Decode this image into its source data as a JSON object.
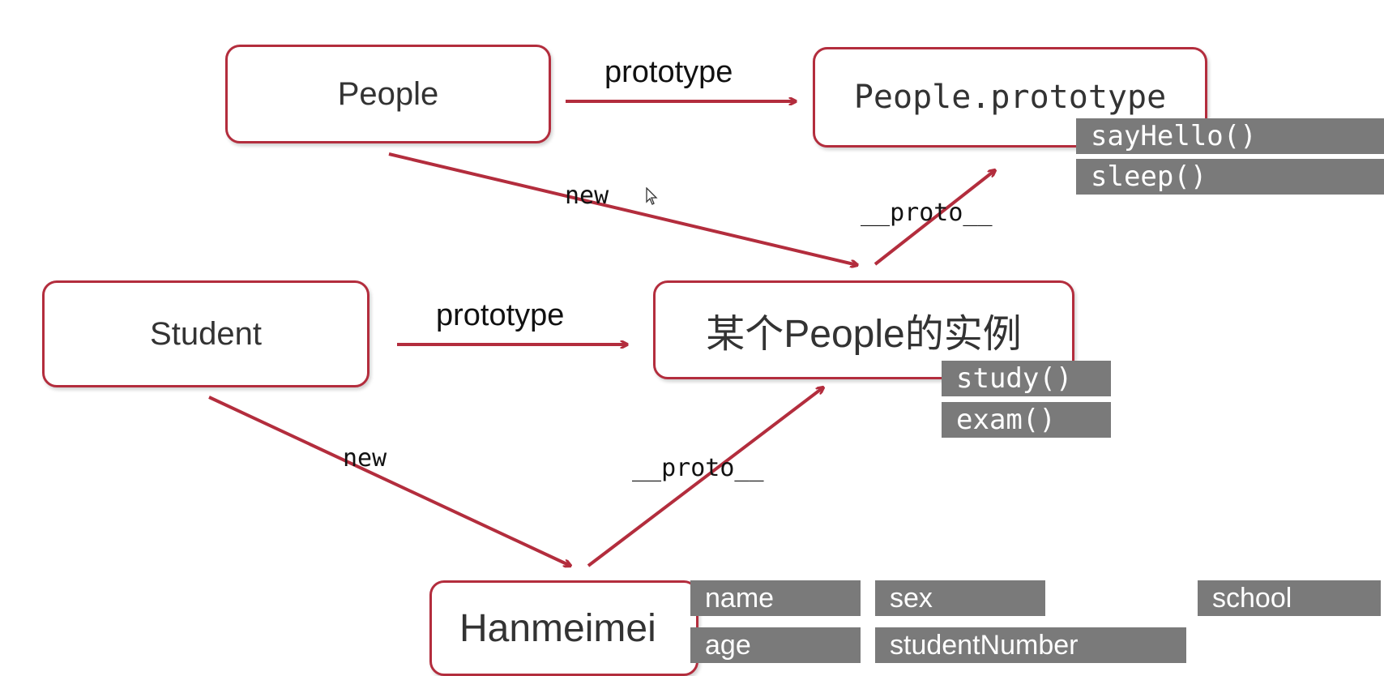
{
  "nodes": {
    "people": "People",
    "people_prototype": "People.prototype",
    "student": "Student",
    "people_instance": "某个People的实例",
    "hanmeimei": "Hanmeimei"
  },
  "edge_labels": {
    "people_prototype": "prototype",
    "people_new": "new",
    "instance_proto": "__proto__",
    "student_prototype": "prototype",
    "student_new": "new",
    "hanmeimei_proto": "__proto__"
  },
  "people_prototype_methods": [
    "sayHello()",
    "sleep()"
  ],
  "instance_methods": [
    "study()",
    "exam()"
  ],
  "hanmeimei_props": {
    "name": "name",
    "sex": "sex",
    "school": "school",
    "age": "age",
    "student_number": "studentNumber"
  },
  "colors": {
    "accent": "#b32d3d",
    "tag_bg": "#7a7a7a"
  },
  "icons": {
    "cursor": "mouse-pointer-icon"
  }
}
